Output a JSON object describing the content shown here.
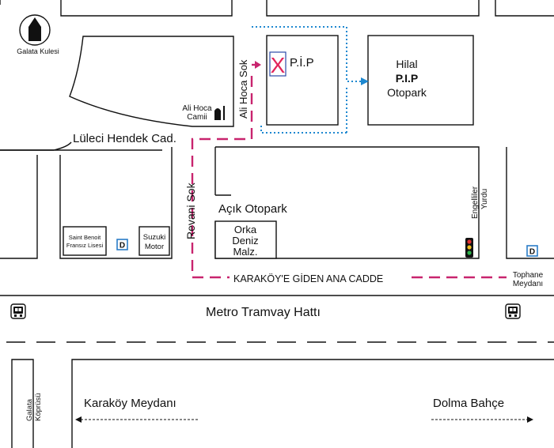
{
  "landmarks": {
    "galata_tower": "Galata Kulesi",
    "mosque": [
      "Ali Hoca",
      "Camii"
    ],
    "pip_sign": "P.İ.P",
    "hilal_parking": [
      "Hilal",
      "P.I.P",
      "Otopark"
    ],
    "open_parking": "Açık Otopark",
    "orka": [
      "Orka",
      "Deniz",
      "Malz."
    ],
    "saint_benoit": [
      "Saint Benoit",
      "Fransız Lisesi"
    ],
    "suzuki": [
      "Suzuki",
      "Motor"
    ],
    "engelliler": [
      "Engelliler",
      "Yurdu"
    ],
    "tophane": [
      "Tophane",
      "Meydanı"
    ]
  },
  "streets": {
    "ali_hoca_sok": "Ali Hoca Sok",
    "luleci_hendek": "Lüleci Hendek Cad.",
    "revani_sok": "Revani Sok",
    "main_road": "KARAKÖY'E GİDEN ANA CADDE",
    "metro_line": "Metro Tramvay Hattı",
    "galata_bridge": [
      "Galata",
      "Köprüsü"
    ],
    "karakoy": "Karaköy Meydanı",
    "dolmabahce": "Dolma Bahçe"
  },
  "icons": {
    "dolmus_stop": "D",
    "tram_stop_icon": "tram-icon",
    "traffic_light_icon": "traffic-light-icon",
    "tower_icon": "tower-icon",
    "mosque_icon": "mosque-icon"
  },
  "colors": {
    "route_magenta": "#c8246e",
    "route_blue": "#1e88d0",
    "pip_red": "#e2245a",
    "stop_blue": "#2a7cc7"
  }
}
